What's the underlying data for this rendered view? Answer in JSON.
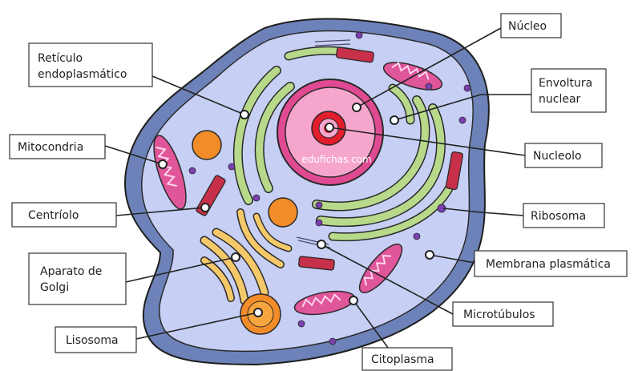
{
  "watermark": "edufichas.com",
  "labels": {
    "nucleo": "Núcleo",
    "reticulo_1": "Retículo",
    "reticulo_2": "endoplasmático",
    "envoltura_1": "Envoltura",
    "envoltura_2": "nuclear",
    "mitocondria": "Mitocondria",
    "nucleolo": "Nucleolo",
    "centriolo": "Centríolo",
    "ribosoma": "Ribosoma",
    "golgi_1": "Aparato de",
    "golgi_2": "Golgi",
    "membrana": "Membrana plasmática",
    "microtubulos": "Microtúbulos",
    "lisosoma": "Lisosoma",
    "citoplasma": "Citoplasma"
  },
  "colors": {
    "membrane": "#6d82b8",
    "cytoplasm": "#c7cff5",
    "nuclear_envelope": "#e04a92",
    "nucleoplasm": "#f6a6cc",
    "nucleolus": "#e11d2e",
    "er": "#b8d98a",
    "golgi": "#f5c96a",
    "lysosome": "#f28c28",
    "mitochondria": "#e0569a",
    "ribosome": "#7a3fb0",
    "centriole": "#c8304a"
  }
}
